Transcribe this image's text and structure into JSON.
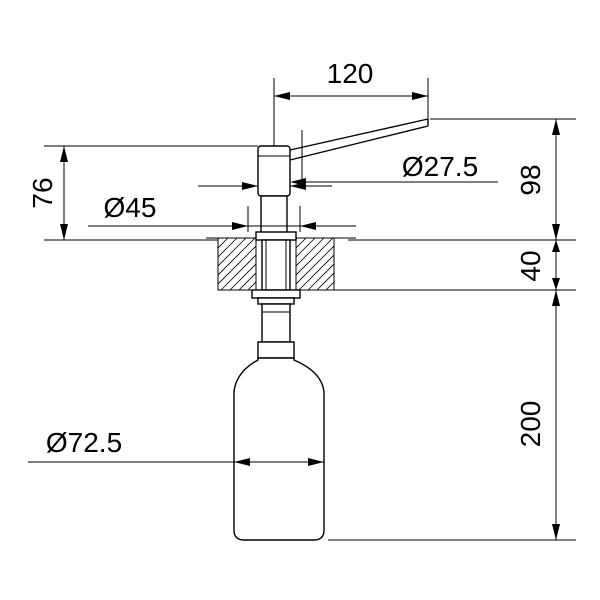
{
  "dimensions": {
    "spout_length": "120",
    "spout_diameter": "Ø27.5",
    "head_height": "76",
    "collar_diameter": "Ø45",
    "total_height_above": "98",
    "counter_thickness": "40",
    "bottle_height": "200",
    "bottle_diameter": "Ø72.5"
  }
}
